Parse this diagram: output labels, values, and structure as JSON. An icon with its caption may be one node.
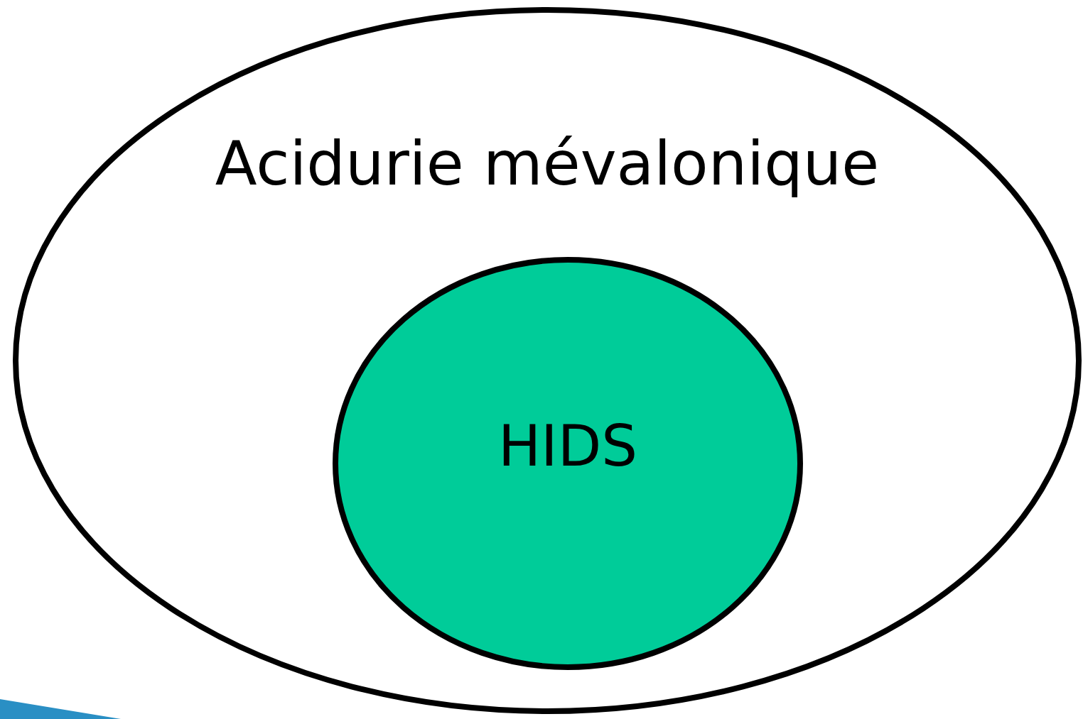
{
  "diagram": {
    "nodes": [
      {
        "text": [
          "Acidurie mévalonique"
        ]
      },
      {
        "text": [
          "HIDS"
        ],
        "in": 0
      }
    ]
  }
}
